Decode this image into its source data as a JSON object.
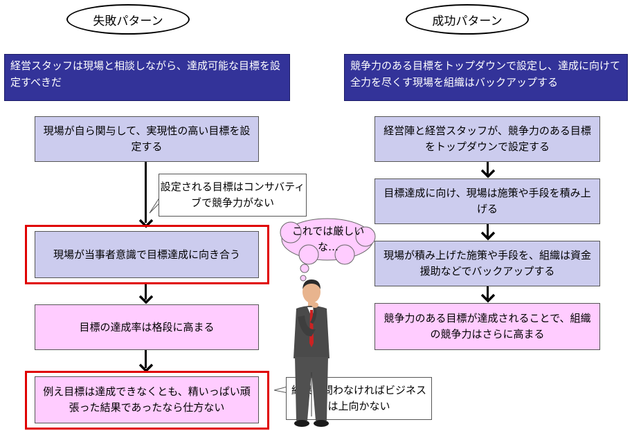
{
  "left": {
    "pattern_label": "失敗パターン",
    "header": "経営スタッフは現場と相談しながら、達成可能な目標を設定すべきだ",
    "steps": [
      "現場が自ら関与して、実現性の高い目標を設定する",
      "現場が当事者意識で目標達成に向き合う",
      "目標の達成率は格段に高まる",
      "例え目標は達成できなくとも、精いっぱい頑張った結果であったなら仕方ない"
    ],
    "callout_top": "設定される目標はコンサバティブで競争力がない",
    "callout_bottom": "結果を問わなければビジネスは上向かない"
  },
  "thought_bubble": "これでは厳しいな…",
  "right": {
    "pattern_label": "成功パターン",
    "header": "競争力のある目標をトップダウンで設定し、達成に向けて全力を尽くす現場を組織はバックアップする",
    "steps": [
      "経営陣と経営スタッフが、競争力のある目標をトップダウンで設定する",
      "目標達成に向け、現場は施策や手段を積み上げる",
      "現場が積み上げた施策や手段を、組織は資金援助などでバックアップする",
      "競争力のある目標が達成されることで、組織の競争力はさらに高まる"
    ]
  },
  "colors": {
    "header_bg": "#333399",
    "step_lavender": "#ccccee",
    "step_pink": "#ffccff",
    "highlight_frame": "#e00000",
    "thought_bubble": "#ffccff"
  },
  "icons": [
    "thinking-businessman-icon",
    "thought-bubble-icon",
    "arrow-down-icon"
  ]
}
